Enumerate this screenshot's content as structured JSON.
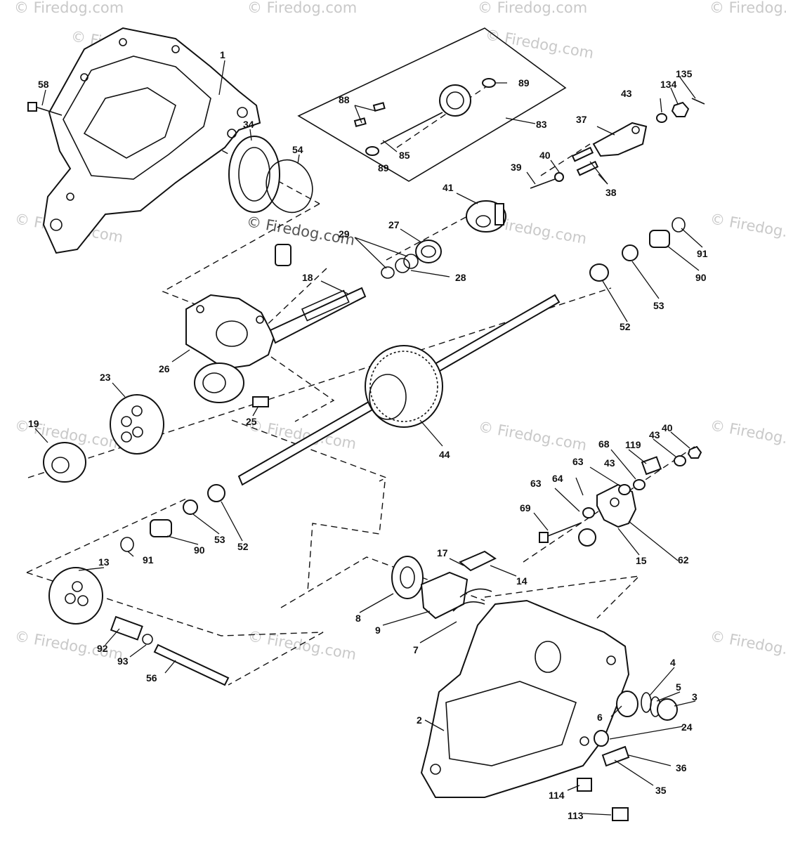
{
  "watermark": {
    "text": "© Firedog.com",
    "color": "#c9c9c9"
  },
  "callouts": [
    {
      "id": "1",
      "text": "1"
    },
    {
      "id": "2",
      "text": "2"
    },
    {
      "id": "3",
      "text": "3"
    },
    {
      "id": "4",
      "text": "4"
    },
    {
      "id": "5",
      "text": "5"
    },
    {
      "id": "6",
      "text": "6"
    },
    {
      "id": "7",
      "text": "7"
    },
    {
      "id": "8",
      "text": "8"
    },
    {
      "id": "9",
      "text": "9"
    },
    {
      "id": "13",
      "text": "13"
    },
    {
      "id": "14",
      "text": "14"
    },
    {
      "id": "15",
      "text": "15"
    },
    {
      "id": "17",
      "text": "17"
    },
    {
      "id": "18",
      "text": "18"
    },
    {
      "id": "19",
      "text": "19"
    },
    {
      "id": "23",
      "text": "23"
    },
    {
      "id": "24",
      "text": "24"
    },
    {
      "id": "25",
      "text": "25"
    },
    {
      "id": "26",
      "text": "26"
    },
    {
      "id": "27",
      "text": "27"
    },
    {
      "id": "28",
      "text": "28"
    },
    {
      "id": "29",
      "text": "29"
    },
    {
      "id": "34",
      "text": "34"
    },
    {
      "id": "35",
      "text": "35"
    },
    {
      "id": "36",
      "text": "36"
    },
    {
      "id": "37",
      "text": "37"
    },
    {
      "id": "38",
      "text": "38"
    },
    {
      "id": "39",
      "text": "39"
    },
    {
      "id": "40a",
      "text": "40"
    },
    {
      "id": "40b",
      "text": "40"
    },
    {
      "id": "41",
      "text": "41"
    },
    {
      "id": "43a",
      "text": "43"
    },
    {
      "id": "43b",
      "text": "43"
    },
    {
      "id": "43c",
      "text": "43"
    },
    {
      "id": "44",
      "text": "44"
    },
    {
      "id": "52a",
      "text": "52"
    },
    {
      "id": "52b",
      "text": "52"
    },
    {
      "id": "53a",
      "text": "53"
    },
    {
      "id": "53b",
      "text": "53"
    },
    {
      "id": "54",
      "text": "54"
    },
    {
      "id": "56",
      "text": "56"
    },
    {
      "id": "58",
      "text": "58"
    },
    {
      "id": "62",
      "text": "62"
    },
    {
      "id": "63a",
      "text": "63"
    },
    {
      "id": "63b",
      "text": "63"
    },
    {
      "id": "64",
      "text": "64"
    },
    {
      "id": "68",
      "text": "68"
    },
    {
      "id": "69",
      "text": "69"
    },
    {
      "id": "83",
      "text": "83"
    },
    {
      "id": "85",
      "text": "85"
    },
    {
      "id": "88",
      "text": "88"
    },
    {
      "id": "89a",
      "text": "89"
    },
    {
      "id": "89b",
      "text": "89"
    },
    {
      "id": "90a",
      "text": "90"
    },
    {
      "id": "90b",
      "text": "90"
    },
    {
      "id": "91a",
      "text": "91"
    },
    {
      "id": "91b",
      "text": "91"
    },
    {
      "id": "92",
      "text": "92"
    },
    {
      "id": "93",
      "text": "93"
    },
    {
      "id": "113",
      "text": "113"
    },
    {
      "id": "114",
      "text": "114"
    },
    {
      "id": "119",
      "text": "119"
    },
    {
      "id": "134",
      "text": "134"
    },
    {
      "id": "135",
      "text": "135"
    }
  ]
}
